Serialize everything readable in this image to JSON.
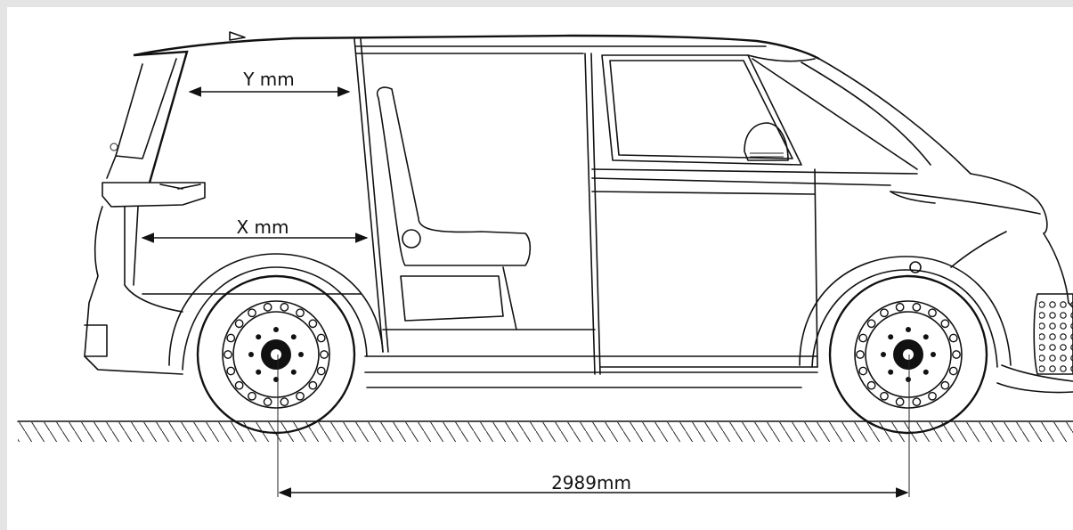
{
  "dimensions": {
    "y_label": "Y mm",
    "x_label": "X mm",
    "wheelbase_label": "2989mm"
  },
  "colors": {
    "background": "#e4e4e4",
    "drawing_bg": "#ffffff",
    "line": "#111111"
  }
}
